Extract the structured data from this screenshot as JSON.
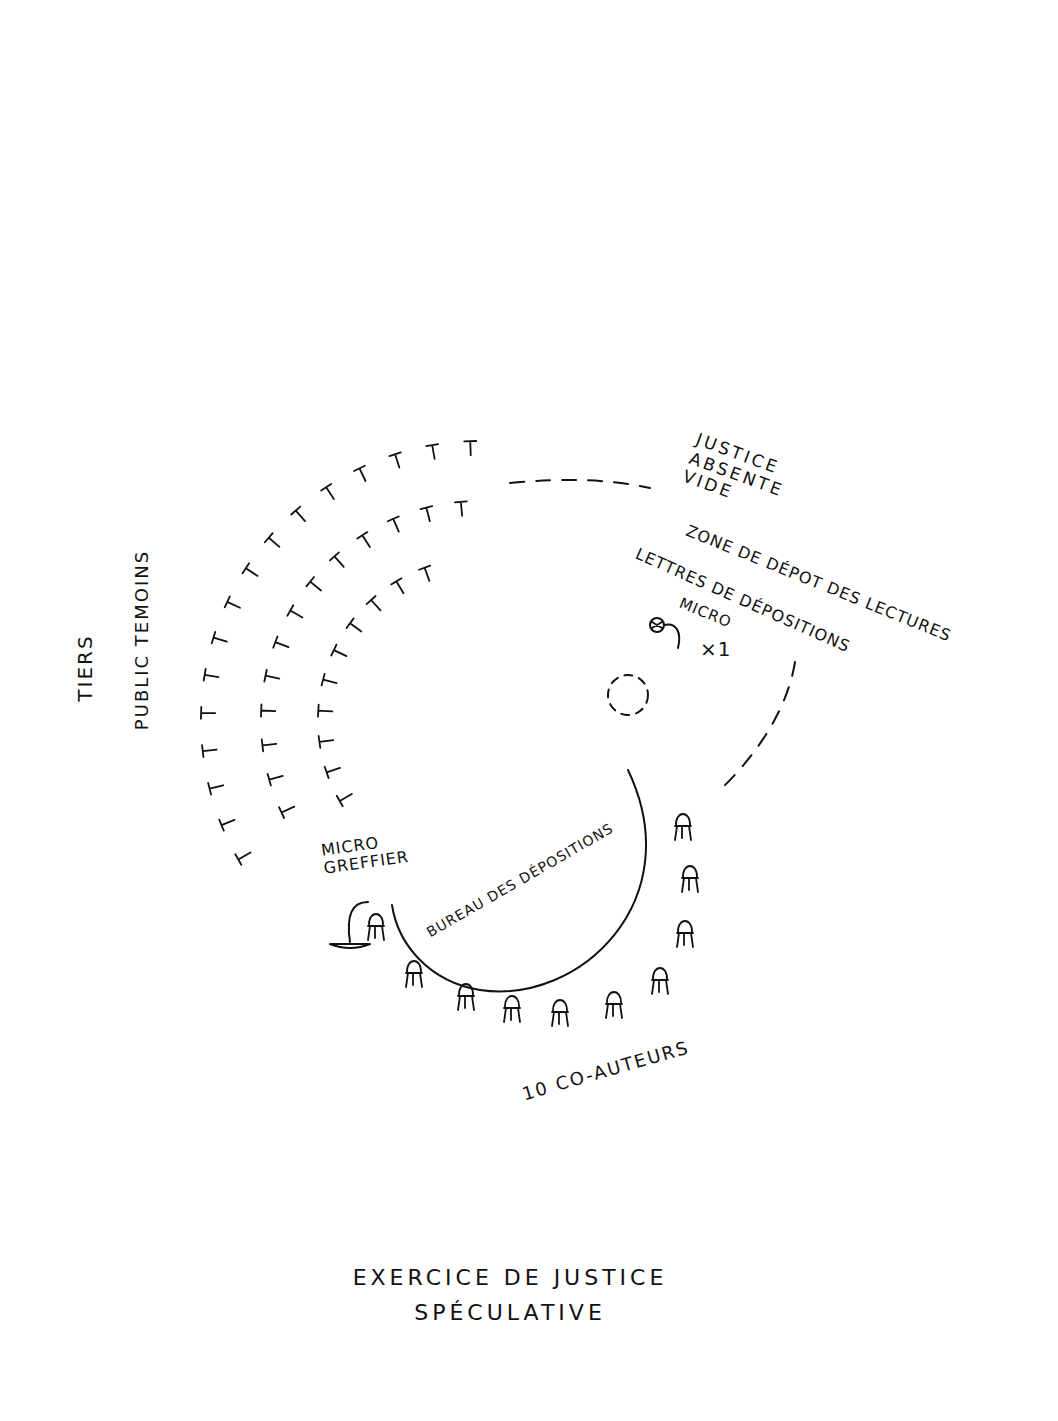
{
  "diagram": {
    "caption": "EXERCICE DE JUSTICE SPÉCULATIVE",
    "labels": [
      "JUSTICE ABSENTE VIDE",
      "ZONE DE DÉPOT DES LECTURES",
      "LETTRES DE DÉPOSITIONS",
      "MICRO",
      "×1",
      "TIERS",
      "PUBLIC TEMOINS",
      "MICRO GREFFIER",
      "BUREAU DES DÉPOSITIONS",
      "10 CO-AUTEURS"
    ]
  }
}
